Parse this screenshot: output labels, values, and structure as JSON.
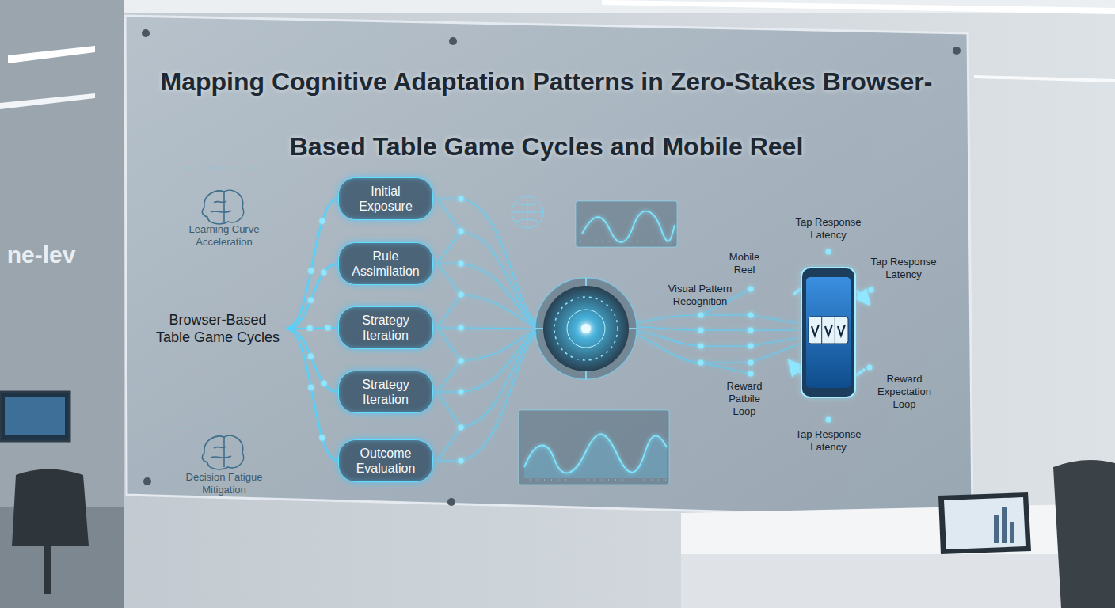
{
  "diagram": {
    "title": "Mapping Cognitive Adaptation Patterns in Zero-Stakes Browser-Based Table Game Cycles and Mobile Reel",
    "nodes": [
      {
        "text": [
          "Browser-Based Table Game Cycles"
        ]
      },
      {
        "text": [
          "Initial Exposure"
        ]
      },
      {
        "text": [
          "Rule Assimilation"
        ]
      },
      {
        "text": [
          "Strategy Iteration"
        ]
      },
      {
        "text": [
          "Strategy Iteration"
        ]
      },
      {
        "text": [
          "Outcome Evaluation"
        ]
      }
    ],
    "edges": [
      {
        "from": 0,
        "to": 1,
        "arrow": "none"
      },
      {
        "from": 0,
        "to": 2,
        "arrow": "none"
      },
      {
        "from": 0,
        "to": 3,
        "arrow": "none"
      },
      {
        "from": 0,
        "to": 4,
        "arrow": "none"
      },
      {
        "from": 0,
        "to": 5,
        "arrow": "none"
      },
      {
        "from": 1,
        "to": 2,
        "arrow": "none"
      },
      {
        "from": 2,
        "to": 3,
        "arrow": "none"
      },
      {
        "from": 3,
        "to": 4,
        "arrow": "none"
      },
      {
        "from": 4,
        "to": 5,
        "arrow": "none"
      }
    ],
    "labels": [
      "Learning Curve Acceleration",
      "ne-lev",
      "Decision Fatigue Mitigation",
      "Tap Response Latency",
      "Mobile Reel",
      "Tap Response Latency",
      "Visual Pattern Recognition",
      "Reward Patbile Loop",
      "Reward Expectation Loop",
      "Tap Response Latency"
    ]
  }
}
